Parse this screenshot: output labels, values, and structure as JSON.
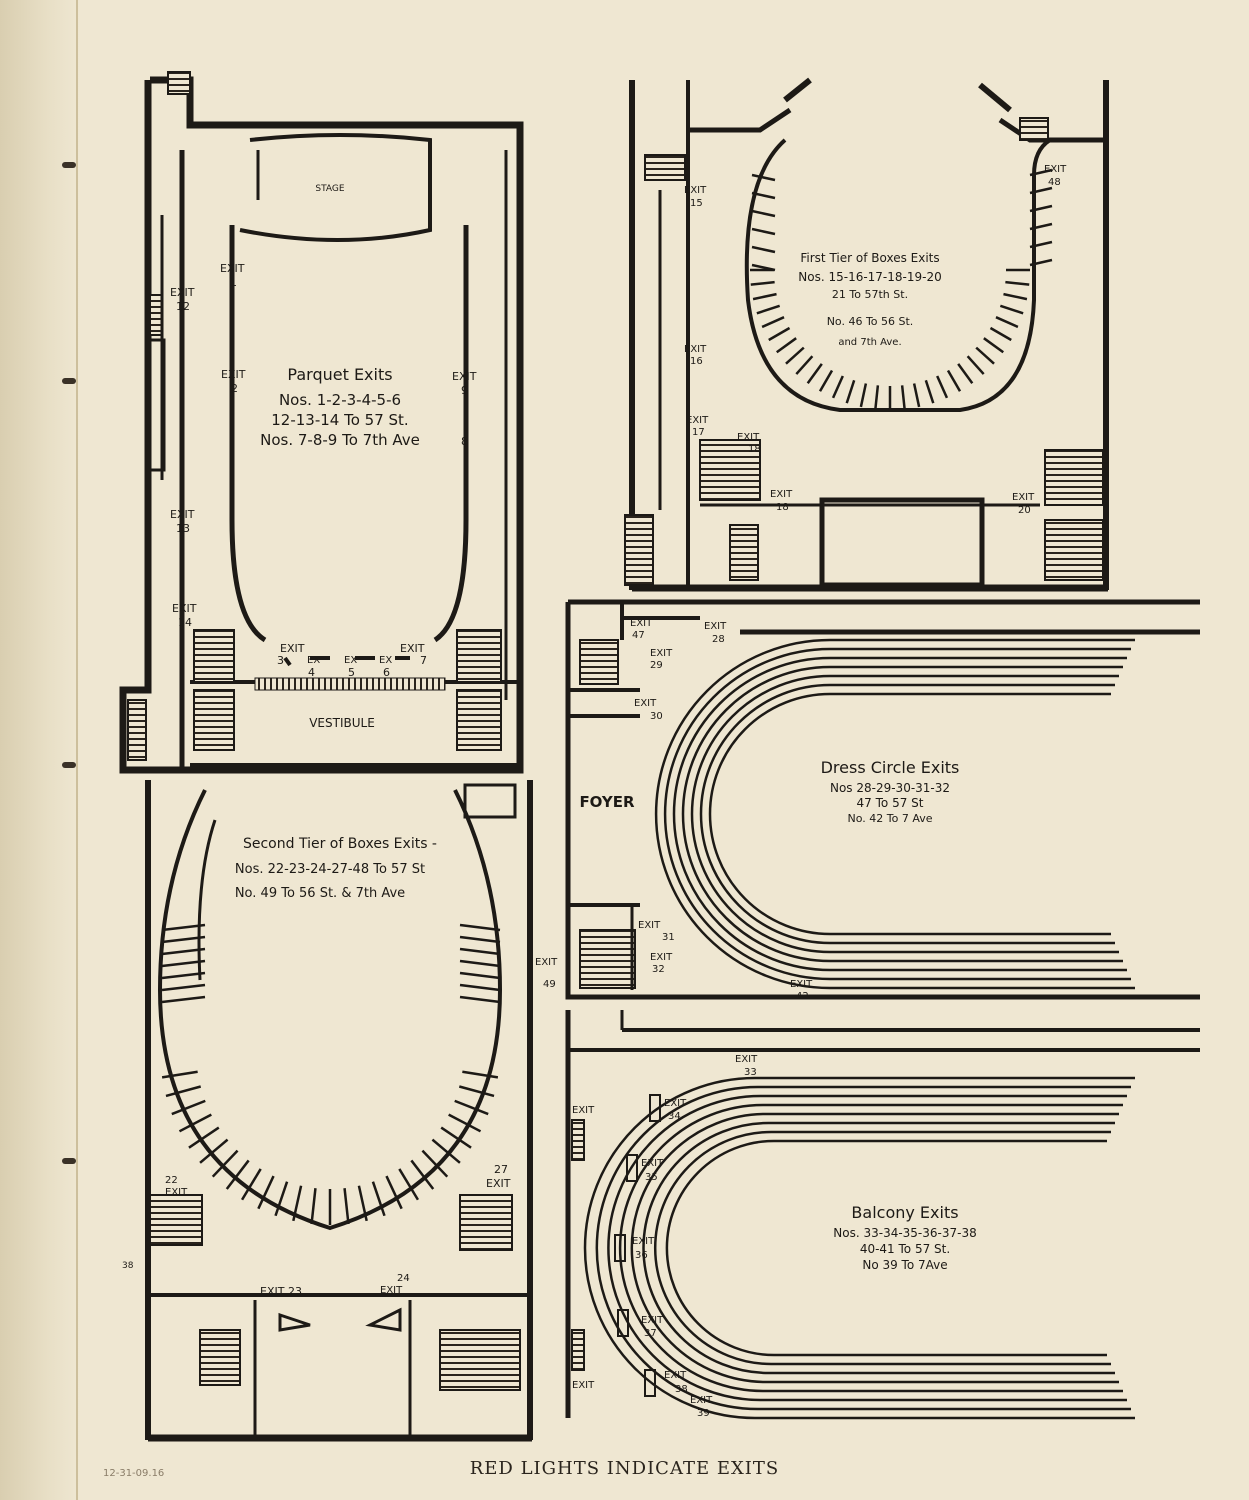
{
  "caption": "RED LIGHTS INDICATE EXITS",
  "margin_note": "12-31-09.16",
  "parquet": {
    "title": "Parquet Exits",
    "line1": "Nos. 1-2-3-4-5-6",
    "line2": "12-13-14 To 57 St.",
    "line3": "Nos. 7-8-9 To 7th Ave",
    "stage": "STAGE",
    "vestibule": "VESTIBULE",
    "exit_word": "EXIT",
    "ex_word": "EX",
    "exits": [
      "1",
      "2",
      "3",
      "4",
      "5",
      "6",
      "7",
      "8",
      "9",
      "12",
      "13",
      "14"
    ]
  },
  "first_tier": {
    "title": "First Tier of Boxes Exits",
    "line1": "Nos. 15-16-17-18-19-20",
    "line2": "21 To 57th St.",
    "line3": "No. 46 To 56 St.",
    "line4": "and 7th Ave.",
    "exit_word": "EXIT",
    "exits": [
      "15",
      "16",
      "17",
      "18",
      "18",
      "20",
      "48"
    ]
  },
  "dress_circle": {
    "title": "Dress Circle Exits",
    "line1": "Nos 28-29-30-31-32",
    "line2": "47 To 57 St",
    "line3": "No. 42 To 7 Ave",
    "foyer": "FOYER",
    "exit_word": "EXIT",
    "exits": [
      "47",
      "28",
      "29",
      "30",
      "31",
      "32",
      "42"
    ]
  },
  "second_tier": {
    "title": "Second Tier of Boxes Exits -",
    "line1": "Nos. 22-23-24-27-48 To 57 St",
    "line2": "No. 49 To 56 St. & 7th Ave",
    "exit_word": "EXIT",
    "exit23": "EXIT 23",
    "exits": [
      "22",
      "24",
      "27",
      "49",
      "38"
    ]
  },
  "balcony": {
    "title": "Balcony Exits",
    "line1": "Nos. 33-34-35-36-37-38",
    "line2": "40-41 To 57 St.",
    "line3": "No 39 To 7Ave",
    "exit_word": "EXIT",
    "exits": [
      "33",
      "34",
      "35",
      "36",
      "37",
      "38",
      "39"
    ]
  }
}
